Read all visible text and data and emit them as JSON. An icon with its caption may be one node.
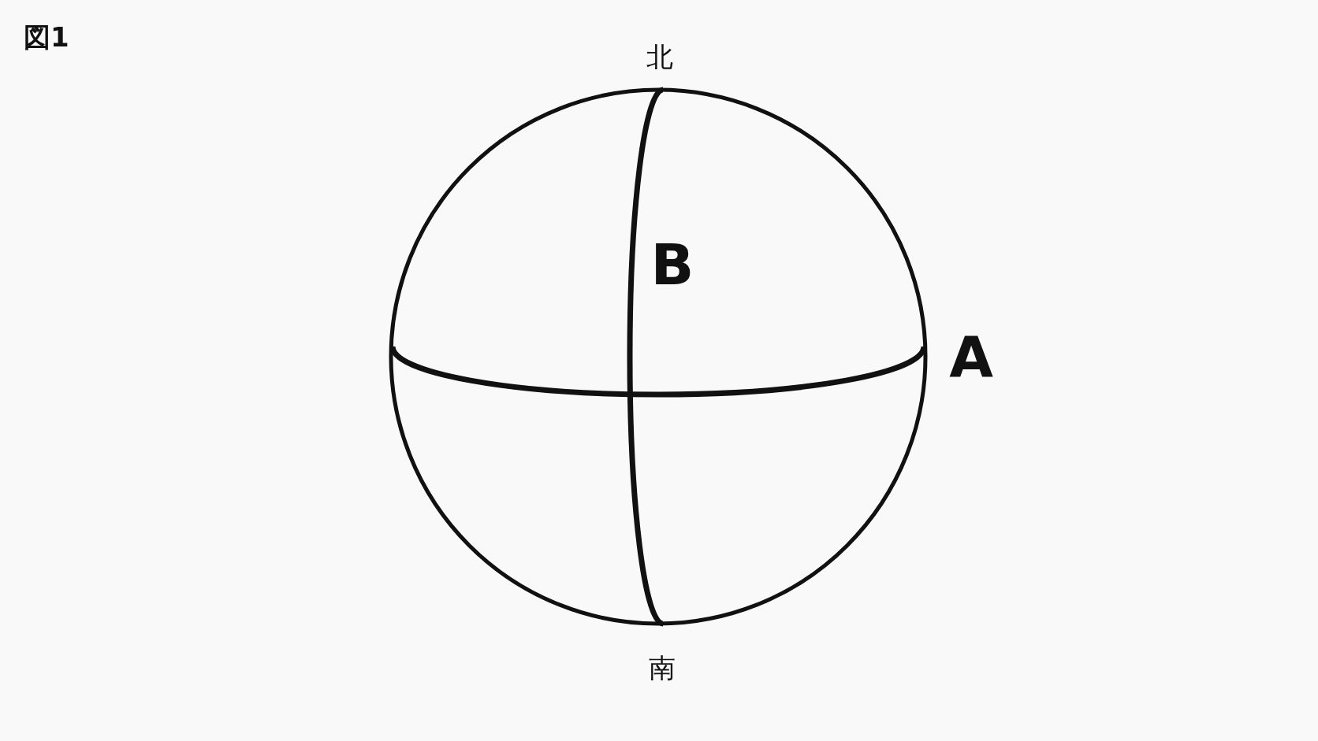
{
  "diagram": {
    "title": "図1",
    "labels": [
      "北",
      "B",
      "A",
      "南"
    ]
  }
}
